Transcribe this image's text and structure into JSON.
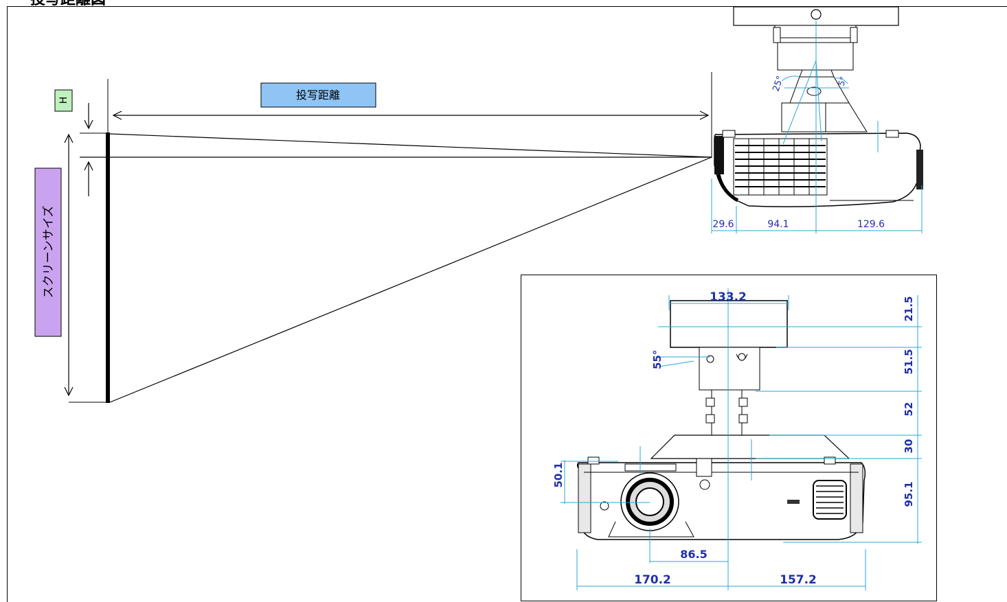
{
  "title": "投写距離図",
  "labels": {
    "throw_distance": "投写距離",
    "screen_size": "スクリーンサイズ",
    "h": "H"
  },
  "top_view_dims": {
    "left": "29.6",
    "mid": "94.1",
    "right": "129.6"
  },
  "top_view_angles": {
    "a": "25°",
    "b": "5°"
  },
  "front_view_dims": {
    "mount_width": "133.2",
    "angle": "55°",
    "right_stack": [
      "21.5",
      "51.5",
      "52",
      "30",
      "95.1"
    ],
    "lens_height": "50.1",
    "lens_offset": "86.5",
    "bottom_left": "170.2",
    "bottom_right": "157.2"
  },
  "colors": {
    "throw_label_bg": "#8fc4f4",
    "screen_label_bg": "#c9a3ef",
    "h_label_bg": "#bff0bf",
    "dim_blue": "#1f2fa8",
    "cyan_line": "#2aa7d6"
  }
}
